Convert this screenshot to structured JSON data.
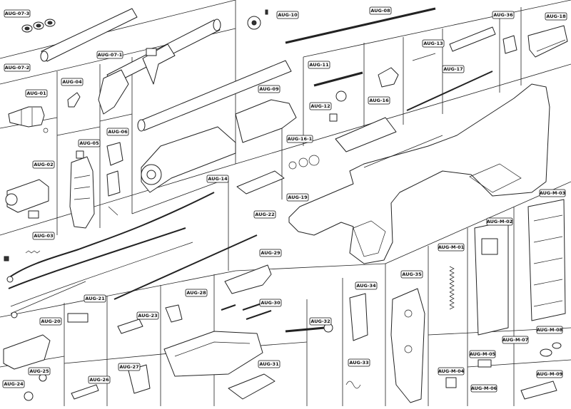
{
  "labels": {
    "aug_07_3": "AUG-07-3",
    "aug_07_2": "AUG-07-2",
    "aug_07_1": "AUG-07-1",
    "aug_10": "AUG-10",
    "aug_08": "AUG-08",
    "aug_36": "AUG-36",
    "aug_18": "AUG-18",
    "aug_13": "AUG-13",
    "aug_11": "AUG-11",
    "aug_17": "AUG-17",
    "aug_01": "AUG-01",
    "aug_04": "AUG-04",
    "aug_09": "AUG-09",
    "aug_12": "AUG-12",
    "aug_16": "AUG-16",
    "aug_06": "AUG-06",
    "aug_05": "AUG-05",
    "aug_16_1": "AUG-16-1",
    "aug_02": "AUG-02",
    "aug_14": "AUG-14",
    "aug_19": "AUG-19",
    "aug_m_03": "AUG-M-03",
    "aug_03": "AUG-03",
    "aug_22": "AUG-22",
    "aug_m_02": "AUG-M-02",
    "aug_m_01": "AUG-M-01",
    "aug_29": "AUG-29",
    "aug_35": "AUG-35",
    "aug_34": "AUG-34",
    "aug_21": "AUG-21",
    "aug_28": "AUG-28",
    "aug_30": "AUG-30",
    "aug_23": "AUG-23",
    "aug_20": "AUG-20",
    "aug_32": "AUG-32",
    "aug_m_07": "AUG-M-07",
    "aug_m_08": "AUG-M-08",
    "aug_m_05": "AUG-M-05",
    "aug_27": "AUG-27",
    "aug_31": "AUG-31",
    "aug_25": "AUG-25",
    "aug_33": "AUG-33",
    "aug_26": "AUG-26",
    "aug_24": "AUG-24",
    "aug_m_04": "AUG-M-04",
    "aug_m_06": "AUG-M-06",
    "aug_m_09": "AUG-M-09"
  }
}
